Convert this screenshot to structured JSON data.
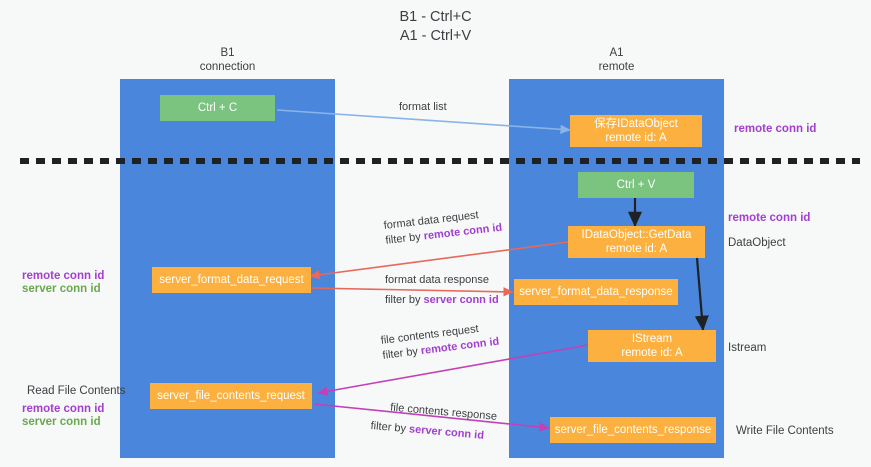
{
  "title": {
    "line1": "B1 - Ctrl+C",
    "line2": "A1 - Ctrl+V"
  },
  "columns": [
    {
      "name": "B1",
      "role": "connection"
    },
    {
      "name": "A1",
      "role": "remote"
    }
  ],
  "boxes": {
    "ctrl_c": "Ctrl + C",
    "save_idataobject_l1": "保存IDataObject",
    "save_idataobject_l2": "remote id: A",
    "ctrl_v": "Ctrl + V",
    "getdata_l1": "IDataObject::GetData",
    "getdata_l2": "remote id: A",
    "server_format_data_request": "server_format_data_request",
    "server_format_data_response": "server_format_data_response",
    "istream_l1": "IStream",
    "istream_l2": "remote id: A",
    "server_file_contents_request": "server_file_contents_request",
    "server_file_contents_response": "server_file_contents_response"
  },
  "edges": {
    "format_list": "format list",
    "format_data_request": "format data request",
    "format_data_request_filter_prefix": "filter by ",
    "format_data_request_filter_key": "remote conn id",
    "format_data_response": "format data response",
    "format_data_response_filter_prefix": "filter by ",
    "format_data_response_filter_key": "server conn id",
    "file_contents_request": "file contents request",
    "file_contents_request_filter_prefix": "filter by ",
    "file_contents_request_filter_key": "remote conn id",
    "file_contents_response": "file contents response",
    "file_contents_response_filter_prefix": "filter by ",
    "file_contents_response_filter_key": "server conn id"
  },
  "right_labels": {
    "remote_conn_id_top": "remote conn id",
    "remote_conn_id_mid": "remote conn id",
    "dataobject": "DataObject",
    "istream": "Istream",
    "write_file_contents": "Write File Contents"
  },
  "left_labels": {
    "remote_conn_id": "remote conn id",
    "server_conn_id": "server conn id",
    "read_file_contents": "Read File Contents",
    "remote_conn_id_2": "remote conn id",
    "server_conn_id_2": "server conn id"
  },
  "colors": {
    "lane": "#4a86db",
    "green_box": "#7ac47f",
    "orange_box": "#fbb03f",
    "purple_text": "#a23fd0",
    "green_text": "#6aa84f",
    "blue_arrow": "#8ab4e8",
    "red_arrow": "#e8685a",
    "magenta_arrow": "#c340b8",
    "black_arrow": "#202124",
    "background": "#f7f8f8"
  }
}
